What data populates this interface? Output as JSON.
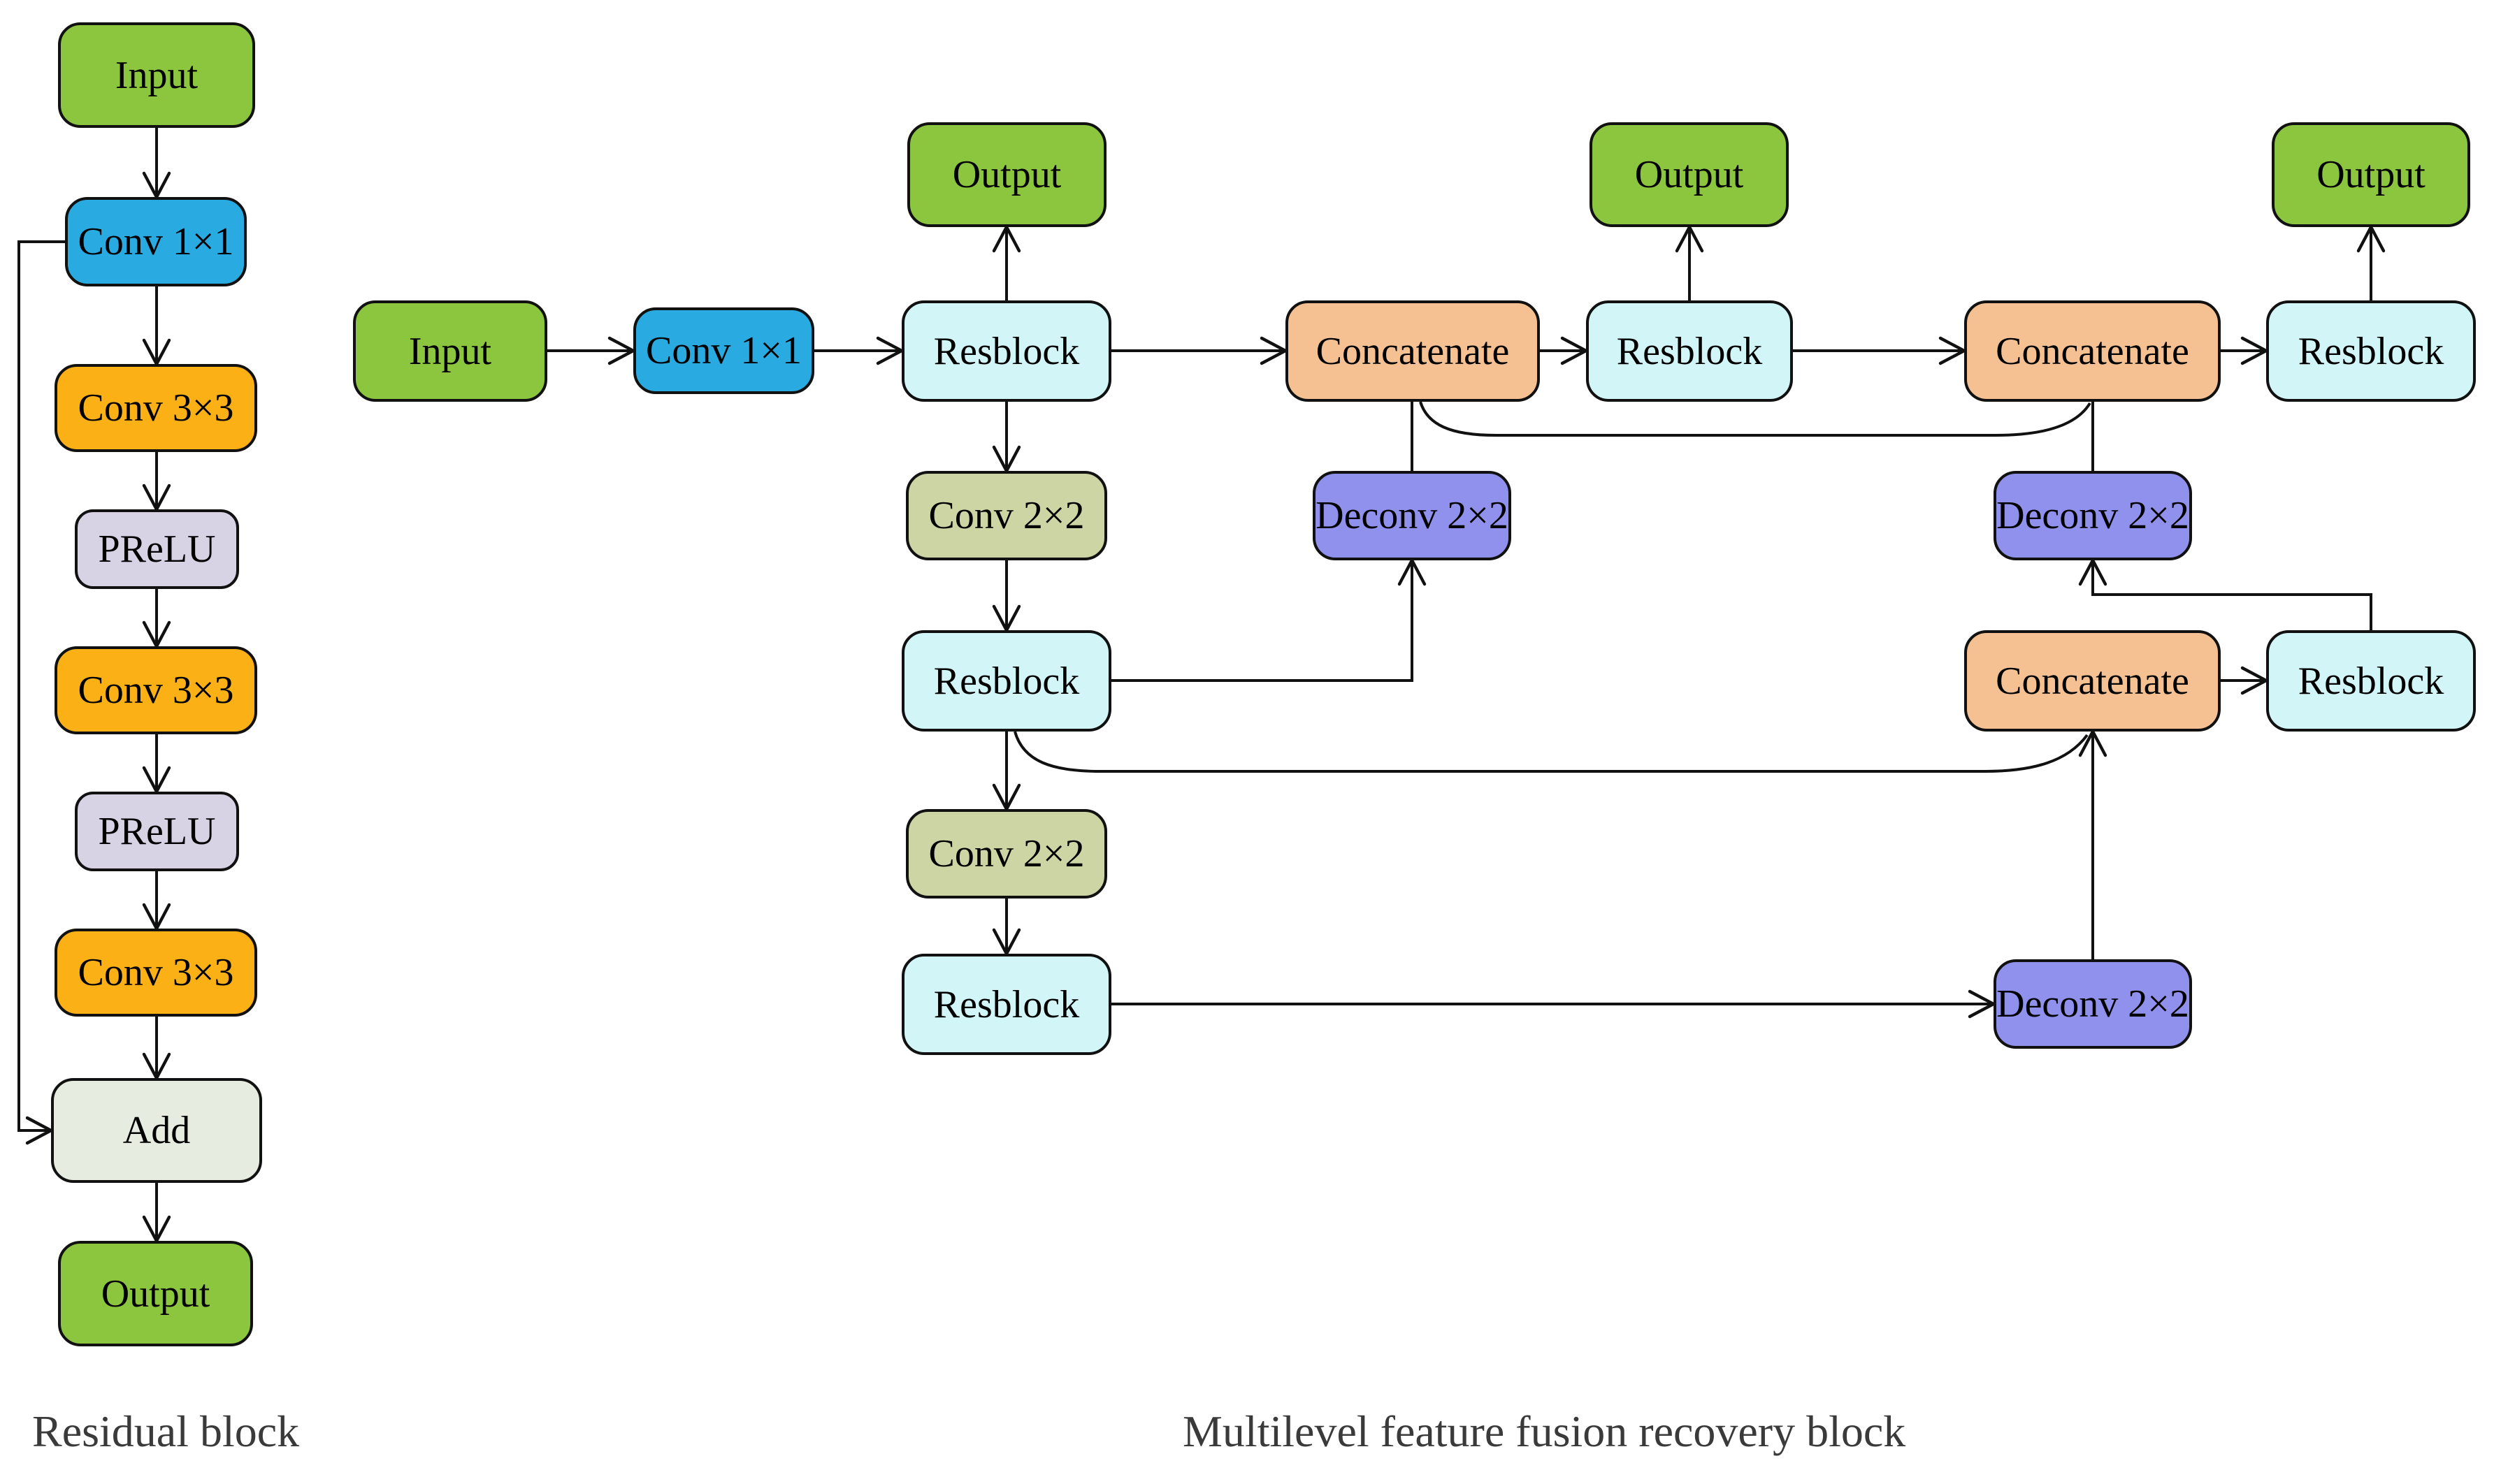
{
  "palette": {
    "input_output_green": "#8CC63F",
    "conv1x1_blue": "#29ABE2",
    "conv3x3_amber": "#FBB116",
    "prelu_lavender": "#D8D2E5",
    "add_pale_green": "#E6ECDF",
    "resblock_cyan": "#D2F6F8",
    "conv2x2_sage": "#CCD5A3",
    "concatenate_peach": "#F5C192",
    "deconv_purple": "#9091EC",
    "line_color": "#111111",
    "caption_gray": "#3A3A3A"
  },
  "residual_block": {
    "caption": "Residual block",
    "labels": {
      "input": "Input",
      "conv1x1": "Conv 1×1",
      "conv3x3": "Conv 3×3",
      "prelu": "PReLU",
      "add": "Add",
      "output": "Output"
    }
  },
  "fusion_block": {
    "caption": "Multilevel feature fusion recovery block",
    "labels": {
      "input": "Input",
      "conv1x1": "Conv 1×1",
      "resblock": "Resblock",
      "concatenate": "Concatenate",
      "conv2x2": "Conv 2×2",
      "deconv2x2": "Deconv 2×2",
      "output": "Output"
    }
  }
}
